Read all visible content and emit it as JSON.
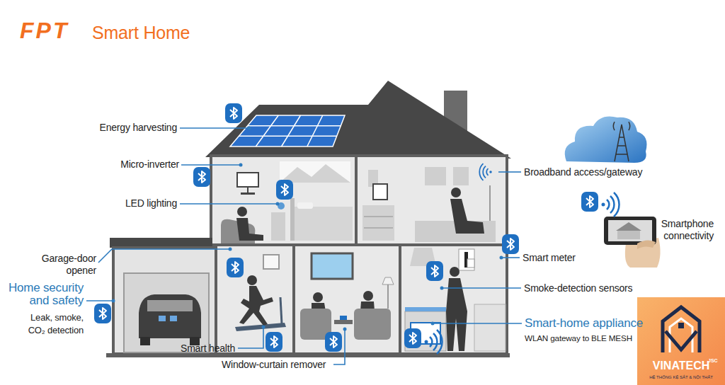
{
  "diagram": {
    "nodes": [
      {
        "text": [
          "VINATECH",
          "JSC",
          "HỆ THỐNG KỆ SẮT & NỘI THẤT"
        ]
      }
    ],
    "labels": [
      "FPT",
      "Smart Home",
      "Energy harvesting",
      "Micro-inverter",
      "LED lighting",
      "Garage-door opener",
      "Home security and safety",
      "Leak, smoke, CO₂ detection",
      "Smart health",
      "Window-curtain remover",
      "Broadband access/gateway",
      "Smartphone connectivity",
      "Smart meter",
      "Smoke-detection sensors",
      "Smart-home appliance",
      "WLAN gateway to BLE MESH"
    ]
  }
}
